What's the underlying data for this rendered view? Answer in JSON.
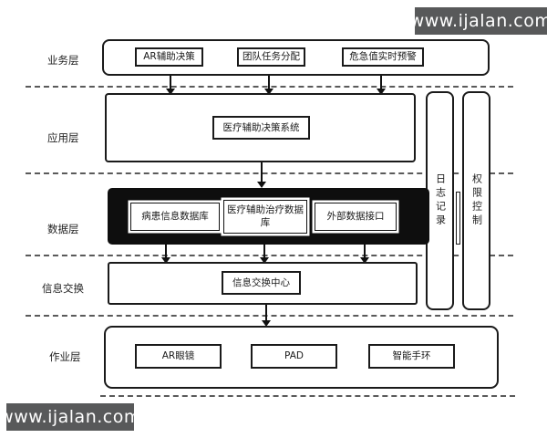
{
  "watermarks": {
    "top": "www.ijalan.com",
    "bottom": "www.ijalan.com"
  },
  "colors": {
    "line": "#1a1a1a",
    "watermark_bg": "#58595a",
    "data_layer_bg": "#0e0e0e"
  },
  "layers": {
    "business": {
      "label": "业务层",
      "boxes": [
        "AR辅助决策",
        "团队任务分配",
        "危急值实时预警"
      ]
    },
    "application": {
      "label": "应用层",
      "box": "医疗辅助决策系统"
    },
    "data": {
      "label": "数据层",
      "boxes": [
        "病患信息数据库",
        "医疗辅助治疗数据库",
        "外部数据接口"
      ]
    },
    "exchange": {
      "label": "信息交换",
      "box": "信息交换中心"
    },
    "operation": {
      "label": "作业层",
      "boxes": [
        "AR眼镜",
        "PAD",
        "智能手环"
      ]
    }
  },
  "sidebars": {
    "log": "日志记录",
    "permission": "权限控制"
  }
}
